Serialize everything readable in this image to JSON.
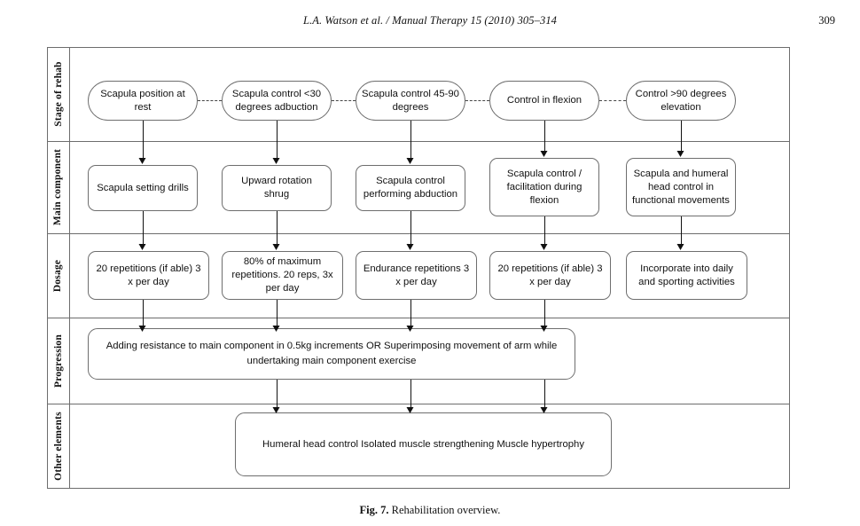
{
  "running_head": {
    "citation": "L.A. Watson et al. / Manual Therapy 15 (2010) 305–314",
    "page_number": "309"
  },
  "figure": {
    "caption_label": "Fig. 7.",
    "caption_text": "Rehabilitation overview.",
    "band_labels": [
      "Stage of rehab",
      "Main component",
      "Dosage",
      "Progression",
      "Other elements"
    ],
    "colors": {
      "frame": "#6d6d6d",
      "node_border": "#6e6e6e",
      "arrow": "#111111",
      "dashed_connector": "#444444",
      "background": "#ffffff"
    },
    "rows": {
      "stage_of_rehab": [
        "Scapula position at rest",
        "Scapula control <30 degrees adbuction",
        "Scapula control 45-90 degrees",
        "Control in flexion",
        "Control >90 degrees elevation"
      ],
      "main_component": [
        "Scapula setting drills",
        "Upward rotation shrug",
        "Scapula control performing abduction",
        "Scapula control / facilitation during flexion",
        "Scapula and humeral head control in functional movements"
      ],
      "dosage": [
        "20 repetitions (if able) 3 x per day",
        "80% of maximum repetitions.  20 reps, 3x per day",
        "Endurance repetitions 3 x per day",
        "20 repetitions (if able) 3 x per day",
        "Incorporate into daily and sporting activities"
      ],
      "progression": "Adding resistance to main component in 0.5kg increments  OR Superimposing movement of arm while undertaking main component exercise",
      "other_elements": "Humeral head control Isolated muscle strengthening Muscle hypertrophy"
    }
  },
  "chart_data": {
    "type": "diagram",
    "title": "Rehabilitation overview",
    "structure": "5-row x 5-column staged flowchart (swimlane matrix)",
    "row_names": [
      "Stage of rehab",
      "Main component",
      "Dosage",
      "Progression",
      "Other elements"
    ],
    "columns": 5,
    "nodes": [
      {
        "row": "Stage of rehab",
        "col": 1,
        "shape": "stadium",
        "text": "Scapula position at rest"
      },
      {
        "row": "Stage of rehab",
        "col": 2,
        "shape": "stadium",
        "text": "Scapula control <30 degrees adbuction"
      },
      {
        "row": "Stage of rehab",
        "col": 3,
        "shape": "stadium",
        "text": "Scapula control 45-90 degrees"
      },
      {
        "row": "Stage of rehab",
        "col": 4,
        "shape": "stadium",
        "text": "Control in flexion"
      },
      {
        "row": "Stage of rehab",
        "col": 5,
        "shape": "stadium",
        "text": "Control >90 degrees elevation"
      },
      {
        "row": "Main component",
        "col": 1,
        "shape": "rounded-rect",
        "text": "Scapula setting drills"
      },
      {
        "row": "Main component",
        "col": 2,
        "shape": "rounded-rect",
        "text": "Upward rotation shrug"
      },
      {
        "row": "Main component",
        "col": 3,
        "shape": "rounded-rect",
        "text": "Scapula control performing abduction"
      },
      {
        "row": "Main component",
        "col": 4,
        "shape": "rounded-rect",
        "text": "Scapula control / facilitation during flexion"
      },
      {
        "row": "Main component",
        "col": 5,
        "shape": "rounded-rect",
        "text": "Scapula and humeral head control in functional movements"
      },
      {
        "row": "Dosage",
        "col": 1,
        "shape": "rounded-rect",
        "text": "20 repetitions (if able) 3 x per day"
      },
      {
        "row": "Dosage",
        "col": 2,
        "shape": "rounded-rect",
        "text": "80% of maximum repetitions.  20 reps, 3x per day"
      },
      {
        "row": "Dosage",
        "col": 3,
        "shape": "rounded-rect",
        "text": "Endurance repetitions 3 x per day"
      },
      {
        "row": "Dosage",
        "col": 4,
        "shape": "rounded-rect",
        "text": "20 repetitions (if able) 3 x per day"
      },
      {
        "row": "Dosage",
        "col": 5,
        "shape": "rounded-rect",
        "text": "Incorporate into daily and sporting activities"
      },
      {
        "row": "Progression",
        "col": "1-4",
        "shape": "rounded-rect",
        "text": "Adding resistance to main component in 0.5kg increments  OR Superimposing movement of arm while undertaking main component exercise"
      },
      {
        "row": "Other elements",
        "col": "2-4",
        "shape": "rounded-rect",
        "text": "Humeral head control Isolated muscle strengthening Muscle hypertrophy"
      }
    ],
    "edges": [
      {
        "from": "Stage of rehab col1",
        "to": "Stage of rehab col2",
        "style": "dashed",
        "direction": "horizontal"
      },
      {
        "from": "Stage of rehab col2",
        "to": "Stage of rehab col3",
        "style": "dashed",
        "direction": "horizontal"
      },
      {
        "from": "Stage of rehab col3",
        "to": "Stage of rehab col4",
        "style": "dashed",
        "direction": "horizontal"
      },
      {
        "from": "Stage of rehab col4",
        "to": "Stage of rehab col5",
        "style": "dashed",
        "direction": "horizontal"
      },
      {
        "from": "Stage of rehab col1",
        "to": "Main component col1",
        "style": "solid-arrow",
        "direction": "down"
      },
      {
        "from": "Stage of rehab col2",
        "to": "Main component col2",
        "style": "solid-arrow",
        "direction": "down"
      },
      {
        "from": "Stage of rehab col3",
        "to": "Main component col3",
        "style": "solid-arrow",
        "direction": "down"
      },
      {
        "from": "Stage of rehab col4",
        "to": "Main component col4",
        "style": "solid-arrow",
        "direction": "down"
      },
      {
        "from": "Stage of rehab col5",
        "to": "Main component col5",
        "style": "solid-arrow",
        "direction": "down"
      },
      {
        "from": "Main component col1",
        "to": "Dosage col1",
        "style": "solid-arrow",
        "direction": "down"
      },
      {
        "from": "Main component col2",
        "to": "Dosage col2",
        "style": "solid-arrow",
        "direction": "down"
      },
      {
        "from": "Main component col3",
        "to": "Dosage col3",
        "style": "solid-arrow",
        "direction": "down"
      },
      {
        "from": "Main component col4",
        "to": "Dosage col4",
        "style": "solid-arrow",
        "direction": "down"
      },
      {
        "from": "Main component col5",
        "to": "Dosage col5",
        "style": "solid-arrow",
        "direction": "down"
      },
      {
        "from": "Dosage col1",
        "to": "Progression",
        "style": "solid-arrow",
        "direction": "down"
      },
      {
        "from": "Dosage col2",
        "to": "Progression",
        "style": "solid-arrow",
        "direction": "down"
      },
      {
        "from": "Dosage col3",
        "to": "Progression",
        "style": "solid-arrow",
        "direction": "down"
      },
      {
        "from": "Dosage col4",
        "to": "Progression",
        "style": "solid-arrow",
        "direction": "down"
      },
      {
        "from": "Progression",
        "to": "Other elements",
        "style": "solid-arrow",
        "direction": "down",
        "count": 3
      }
    ]
  }
}
